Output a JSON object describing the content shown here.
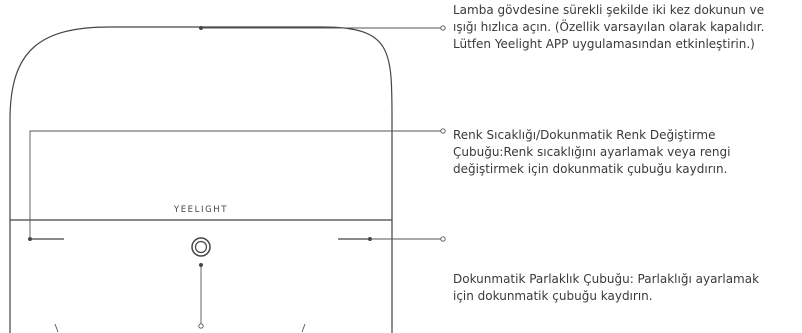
{
  "product": {
    "brand_label": "YEELIGHT"
  },
  "callouts": {
    "top": [
      "Lamba gövdesine sürekli şekilde iki kez dokunun ve",
      "ışığı hızlıca açın. (Özellik varsayılan olarak kapalıdır.",
      "Lütfen Yeelight APP uygulamasından etkinleştirin.)"
    ],
    "middle": [
      "Renk Sıcaklığı/Dokunmatik Renk Değiştirme",
      "Çubuğu:Renk sıcaklığını ayarlamak veya rengi",
      "değiştirmek için dokunmatik çubuğu kaydırın."
    ],
    "bottom": [
      "Dokunmatik Parlaklık Çubuğu: Parlaklığı ayarlamak",
      "için dokunmatik çubuğu kaydırın."
    ]
  },
  "colors": {
    "outline": "#444444",
    "leader_line": "#555555",
    "text": "#3a3a3a"
  }
}
